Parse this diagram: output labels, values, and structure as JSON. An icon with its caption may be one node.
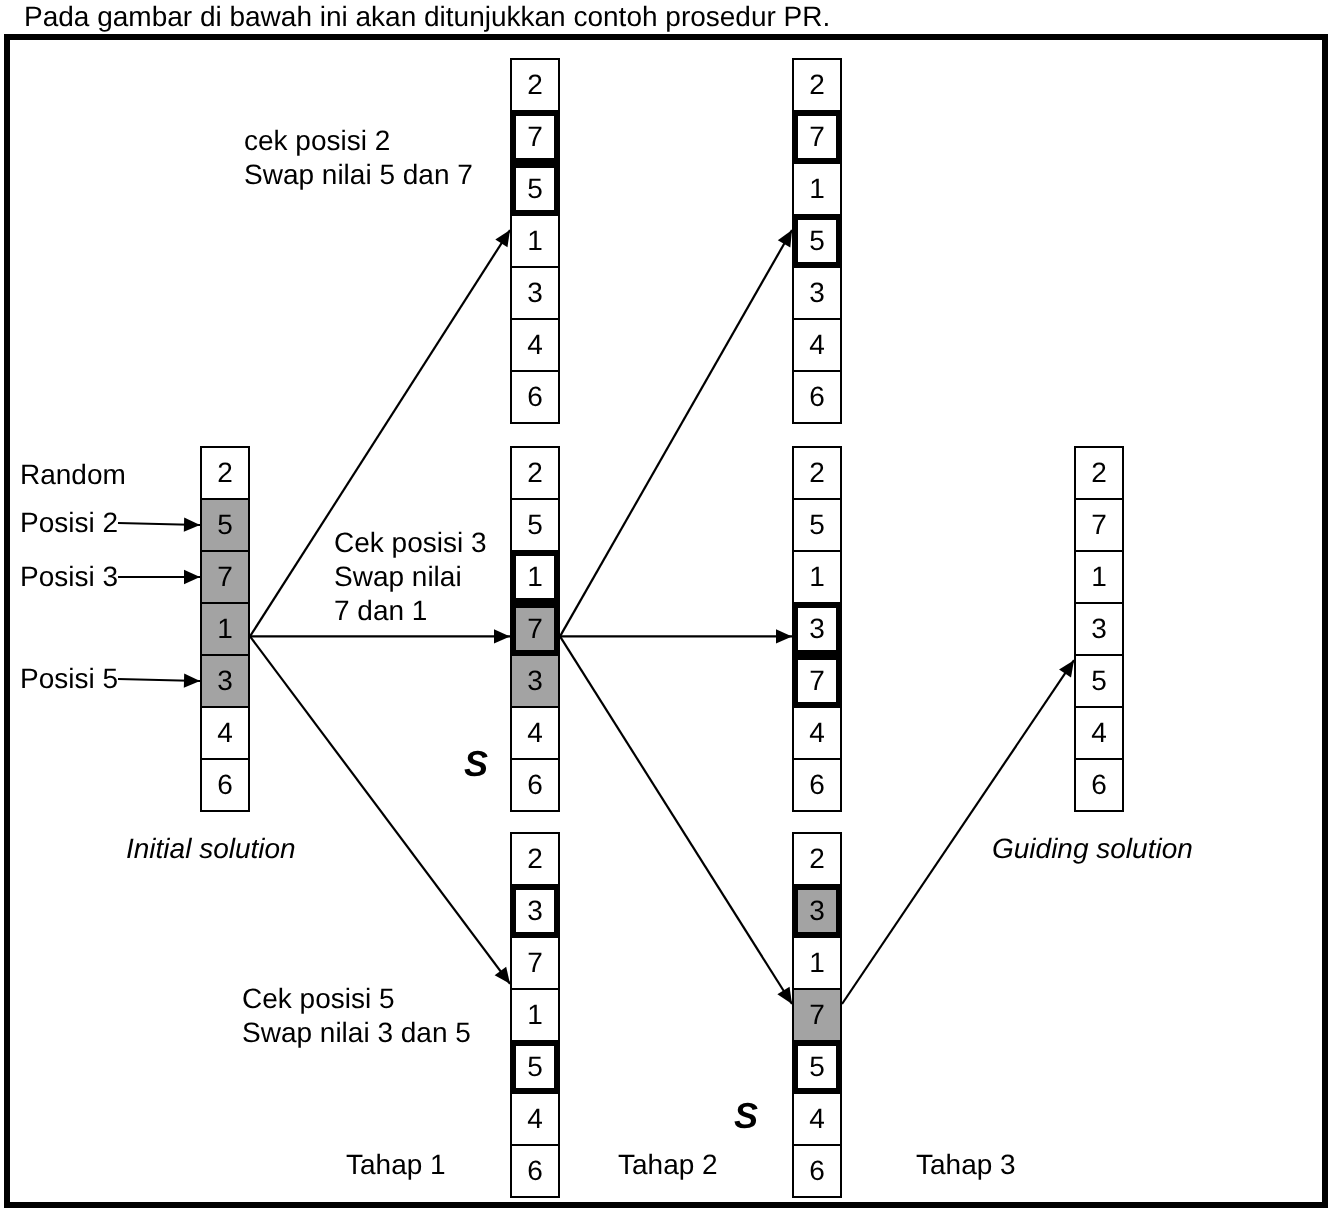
{
  "diagram": {
    "title": "Pada gambar di bawah ini akan ditunjukkan contoh prosedur PR.",
    "nodes": [
      {
        "text": [
          "Posisi 2"
        ]
      },
      {
        "text": [
          "Posisi 3"
        ]
      },
      {
        "text": [
          "Posisi 5"
        ]
      },
      {
        "text": [],
        "shape": "box",
        "beside": [
          "Initial solution"
        ]
      },
      {
        "text": [
          "2"
        ],
        "in": 3
      },
      {
        "text": [
          "5"
        ],
        "in": 3
      },
      {
        "text": [
          "7"
        ],
        "in": 3
      },
      {
        "text": [
          "1"
        ],
        "in": 3
      },
      {
        "text": [
          "3"
        ],
        "in": 3
      },
      {
        "text": [
          "4"
        ],
        "in": 3
      },
      {
        "text": [
          "6"
        ],
        "in": 3
      },
      {
        "text": [],
        "shape": "box",
        "beside": [
          "cek posisi 2 Swap nilai 5 dan 7"
        ]
      },
      {
        "text": [
          "2"
        ],
        "in": 11
      },
      {
        "text": [
          "7"
        ],
        "in": 11
      },
      {
        "text": [
          "5"
        ],
        "in": 11
      },
      {
        "text": [
          "1"
        ],
        "in": 11
      },
      {
        "text": [
          "3"
        ],
        "in": 11
      },
      {
        "text": [
          "4"
        ],
        "in": 11
      },
      {
        "text": [
          "6"
        ],
        "in": 11
      },
      {
        "text": [],
        "shape": "box",
        "beside": [
          "Cek posisi 3 Swap nilai 7 dan 1",
          "S"
        ]
      },
      {
        "text": [
          "2"
        ],
        "in": 19
      },
      {
        "text": [
          "5"
        ],
        "in": 19
      },
      {
        "text": [
          "1"
        ],
        "in": 19
      },
      {
        "text": [
          "7"
        ],
        "in": 19
      },
      {
        "text": [
          "3"
        ],
        "in": 19
      },
      {
        "text": [
          "4"
        ],
        "in": 19
      },
      {
        "text": [
          "6"
        ],
        "in": 19
      },
      {
        "text": [],
        "shape": "box",
        "beside": [
          "Cek posisi 5 Swap nilai 3 dan 5"
        ]
      },
      {
        "text": [
          "2"
        ],
        "in": 27
      },
      {
        "text": [
          "3"
        ],
        "in": 27
      },
      {
        "text": [
          "7"
        ],
        "in": 27
      },
      {
        "text": [
          "1"
        ],
        "in": 27
      },
      {
        "text": [
          "5"
        ],
        "in": 27
      },
      {
        "text": [
          "4"
        ],
        "in": 27
      },
      {
        "text": [
          "6"
        ],
        "in": 27
      },
      {
        "text": [],
        "shape": "box"
      },
      {
        "text": [
          "2"
        ],
        "in": 35
      },
      {
        "text": [
          "7"
        ],
        "in": 35
      },
      {
        "text": [
          "1"
        ],
        "in": 35
      },
      {
        "text": [
          "5"
        ],
        "in": 35
      },
      {
        "text": [
          "3"
        ],
        "in": 35
      },
      {
        "text": [
          "4"
        ],
        "in": 35
      },
      {
        "text": [
          "6"
        ],
        "in": 35
      },
      {
        "text": [],
        "shape": "box"
      },
      {
        "text": [
          "2"
        ],
        "in": 43
      },
      {
        "text": [
          "5"
        ],
        "in": 43
      },
      {
        "text": [
          "1"
        ],
        "in": 43
      },
      {
        "text": [
          "3"
        ],
        "in": 43
      },
      {
        "text": [
          "7"
        ],
        "in": 43
      },
      {
        "text": [
          "4"
        ],
        "in": 43
      },
      {
        "text": [
          "6"
        ],
        "in": 43
      },
      {
        "text": [],
        "shape": "box",
        "beside": [
          "S"
        ]
      },
      {
        "text": [
          "2"
        ],
        "in": 51
      },
      {
        "text": [
          "3"
        ],
        "in": 51
      },
      {
        "text": [
          "1"
        ],
        "in": 51
      },
      {
        "text": [
          "7"
        ],
        "in": 51
      },
      {
        "text": [
          "5"
        ],
        "in": 51
      },
      {
        "text": [
          "4"
        ],
        "in": 51
      },
      {
        "text": [
          "6"
        ],
        "in": 51
      },
      {
        "text": [],
        "shape": "box",
        "beside": [
          "Guiding solution"
        ]
      },
      {
        "text": [
          "2"
        ],
        "in": 59
      },
      {
        "text": [
          "7"
        ],
        "in": 59
      },
      {
        "text": [
          "1"
        ],
        "in": 59
      },
      {
        "text": [
          "3"
        ],
        "in": 59
      },
      {
        "text": [
          "5"
        ],
        "in": 59
      },
      {
        "text": [
          "4"
        ],
        "in": 59
      },
      {
        "text": [
          "6"
        ],
        "in": 59
      }
    ],
    "edges": [
      {
        "from": 0,
        "to": 5,
        "arrow": "to"
      },
      {
        "from": 1,
        "to": 6,
        "arrow": "to"
      },
      {
        "from": 2,
        "to": 8,
        "arrow": "to"
      },
      {
        "from": 3,
        "to": 11,
        "arrow": "to"
      },
      {
        "from": 3,
        "to": 19,
        "arrow": "to"
      },
      {
        "from": 3,
        "to": 27,
        "arrow": "to"
      },
      {
        "from": 19,
        "to": 35,
        "arrow": "to"
      },
      {
        "from": 19,
        "to": 43,
        "arrow": "to"
      },
      {
        "from": 19,
        "to": 51,
        "arrow": "to"
      },
      {
        "from": 51,
        "to": 59,
        "arrow": "to"
      }
    ],
    "labels": [
      "Random",
      "Tahap 1",
      "Tahap 2",
      "Tahap 3"
    ]
  }
}
